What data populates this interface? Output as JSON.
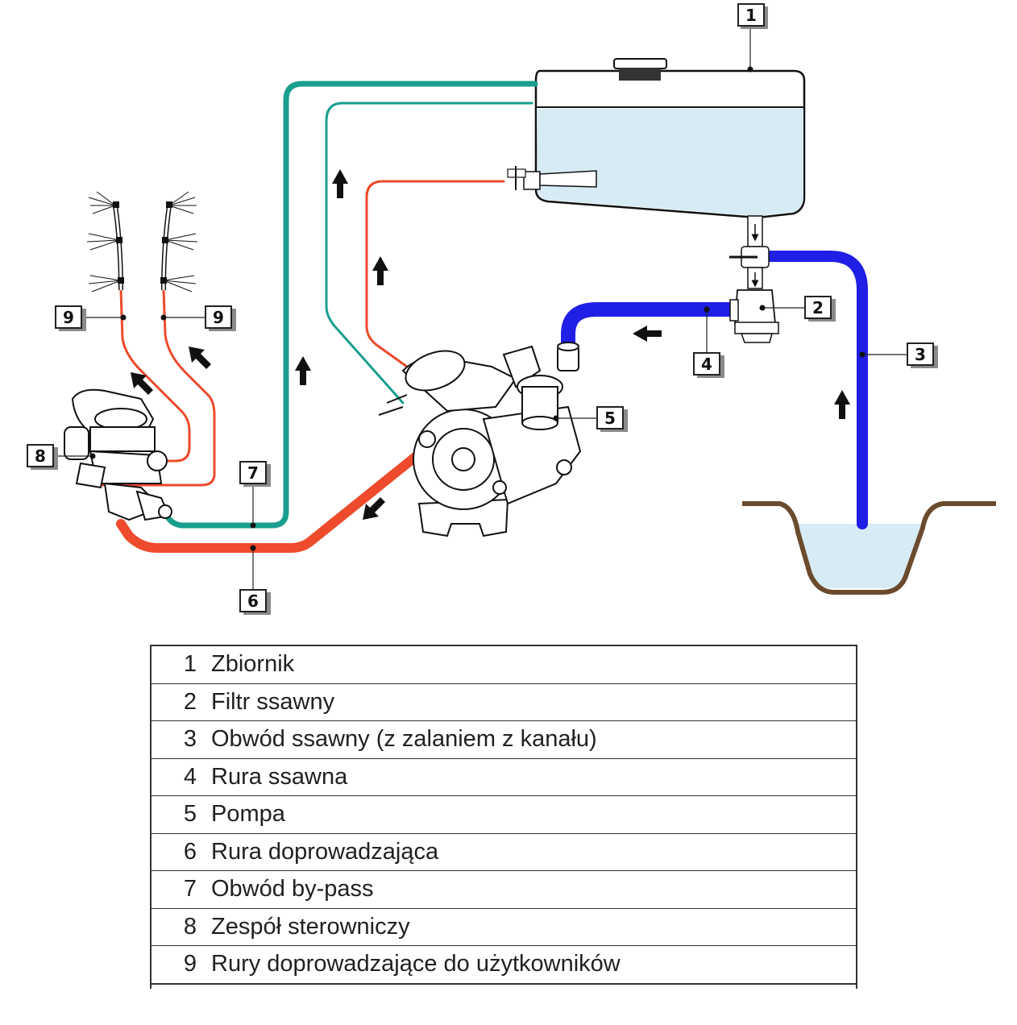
{
  "diagram": {
    "callouts": [
      "1",
      "2",
      "3",
      "4",
      "5",
      "6",
      "7",
      "8",
      "9",
      "9"
    ],
    "colors": {
      "suction": "#1f1fe6",
      "delivery": "#ee4a2c",
      "bypass": "#1a9e8e",
      "water": "#d6ebf3",
      "ground": "#6b4a2e"
    }
  },
  "legend": [
    {
      "num": "1",
      "label": "Zbiornik"
    },
    {
      "num": "2",
      "label": "Filtr ssawny"
    },
    {
      "num": "3",
      "label": "Obwód ssawny (z zalaniem z kanału)"
    },
    {
      "num": "4",
      "label": "Rura ssawna"
    },
    {
      "num": "5",
      "label": "Pompa"
    },
    {
      "num": "6",
      "label": "Rura doprowadzająca"
    },
    {
      "num": "7",
      "label": "Obwód by-pass"
    },
    {
      "num": "8",
      "label": "Zespół sterowniczy"
    },
    {
      "num": "9",
      "label": "Rury doprowadzające do użytkowników"
    }
  ]
}
